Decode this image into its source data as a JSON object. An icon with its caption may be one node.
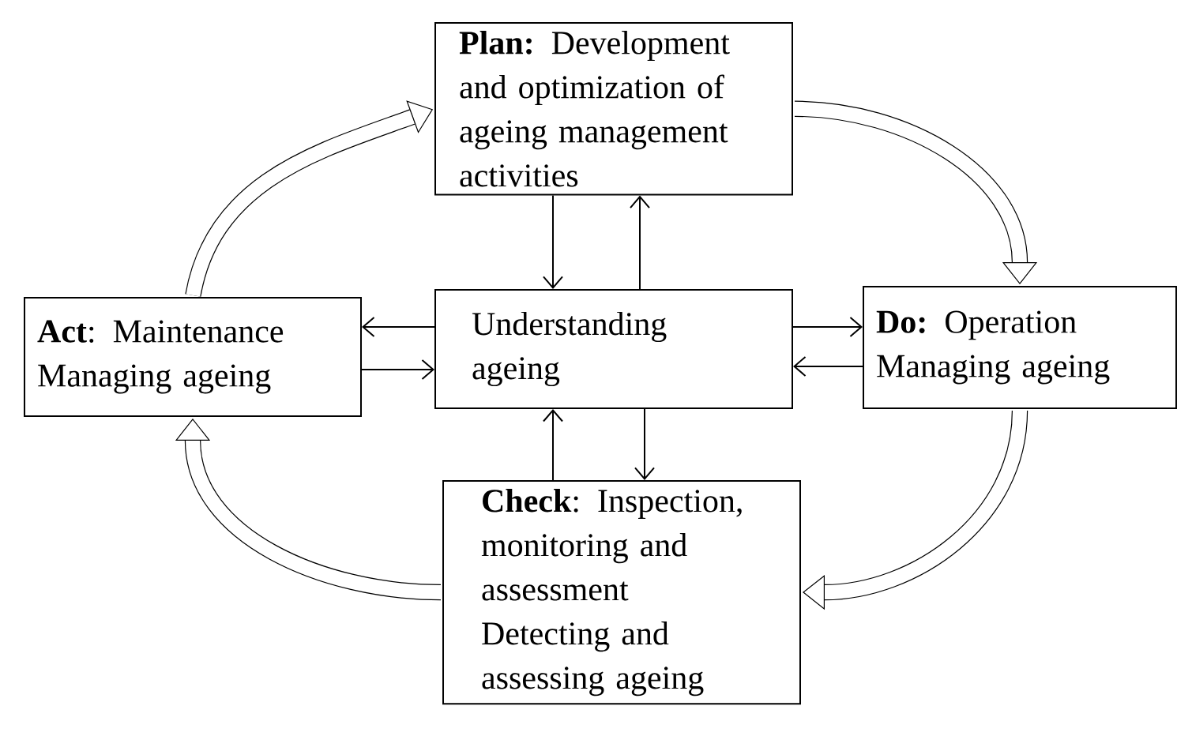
{
  "diagram": {
    "nodes": [
      {
        "text": [
          "**Plan:** Development and optimization of ageing management activities"
        ]
      },
      {
        "text": [
          "Understanding ageing"
        ]
      },
      {
        "text": [
          "**Act**: Maintenance Managing ageing"
        ]
      },
      {
        "text": [
          "**Do:** Operation Managing ageing"
        ]
      },
      {
        "text": [
          "**Check**: Inspection, monitoring and assessment Detecting and assessing ageing"
        ]
      }
    ],
    "edges": [
      {
        "from": 0,
        "to": 1,
        "arrow": "to"
      },
      {
        "from": 1,
        "to": 0,
        "arrow": "to"
      },
      {
        "from": 1,
        "to": 2,
        "arrow": "to"
      },
      {
        "from": 2,
        "to": 1,
        "arrow": "to"
      },
      {
        "from": 1,
        "to": 3,
        "arrow": "to"
      },
      {
        "from": 3,
        "to": 1,
        "arrow": "to"
      },
      {
        "from": 1,
        "to": 4,
        "arrow": "to"
      },
      {
        "from": 4,
        "to": 1,
        "arrow": "to"
      },
      {
        "from": 2,
        "to": 0,
        "arrow": "to",
        "style": "thick"
      },
      {
        "from": 0,
        "to": 3,
        "arrow": "to",
        "style": "thick"
      },
      {
        "from": 3,
        "to": 4,
        "arrow": "to",
        "style": "thick"
      },
      {
        "from": 4,
        "to": 2,
        "arrow": "to",
        "style": "thick"
      }
    ]
  }
}
